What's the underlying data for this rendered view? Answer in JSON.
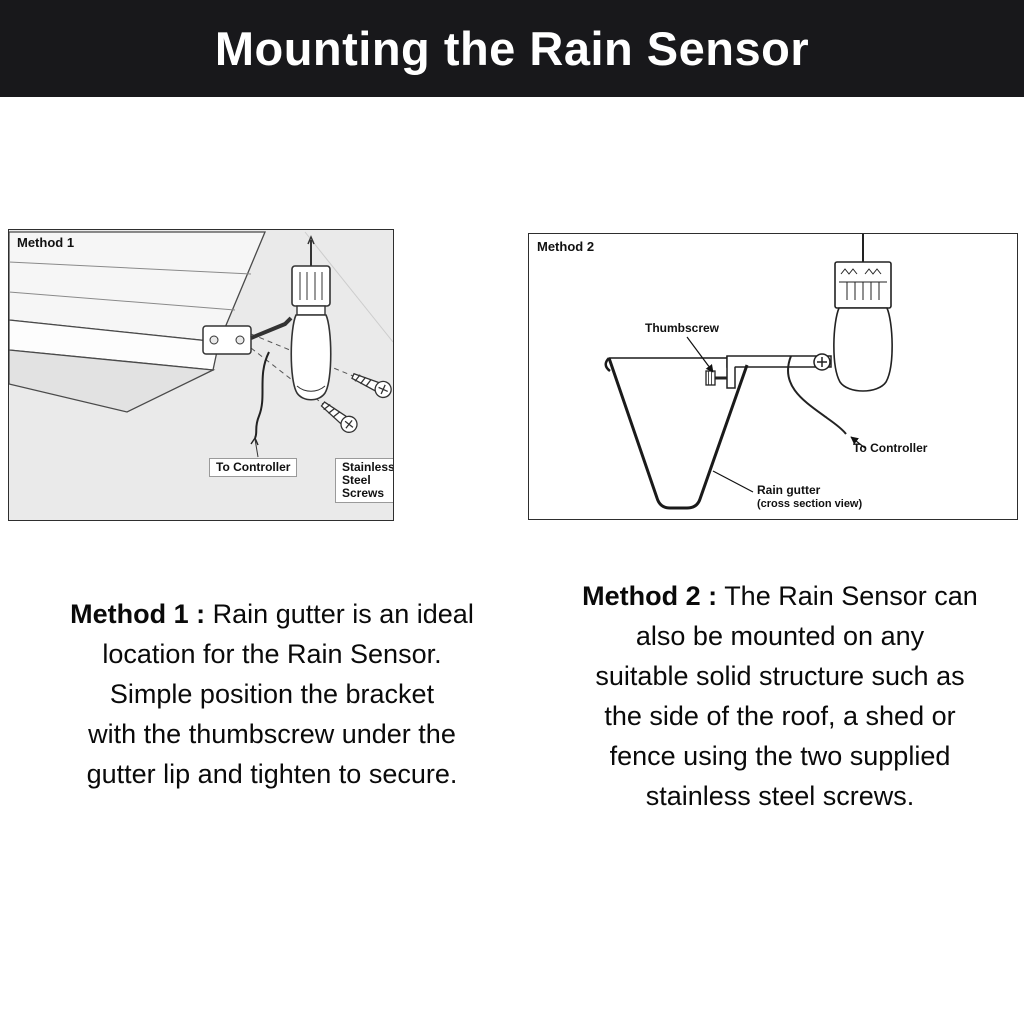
{
  "header": {
    "title": "Mounting the Rain Sensor"
  },
  "colors": {
    "header_bg": "#18181b",
    "header_text": "#ffffff",
    "panel1_bg": "#eaeaea",
    "panel2_bg": "#ffffff",
    "line_color": "#222222"
  },
  "diagram1": {
    "label": "Method 1",
    "to_controller": "To Controller",
    "screws_line1": "Stainless",
    "screws_line2": "Steel",
    "screws_line3": "Screws"
  },
  "diagram2": {
    "label": "Method 2",
    "thumbscrew": "Thumbscrew",
    "to_controller": "To Controller",
    "rain_gutter": "Rain gutter",
    "rain_gutter_note": "(cross section view)"
  },
  "descriptions": {
    "method1": {
      "heading": "Method 1 :",
      "line1_rest": "Rain gutter is an ideal",
      "lines": [
        "location for the Rain Sensor.",
        "Simple position the bracket",
        "with the thumbscrew under the",
        "gutter lip and tighten to secure."
      ]
    },
    "method2": {
      "heading": "Method 2 :",
      "line1_rest": "The Rain Sensor can",
      "lines": [
        "also be mounted on any",
        "suitable solid structure such as",
        "the side of the roof, a shed or",
        "fence using the two supplied",
        "stainless steel screws."
      ]
    }
  }
}
